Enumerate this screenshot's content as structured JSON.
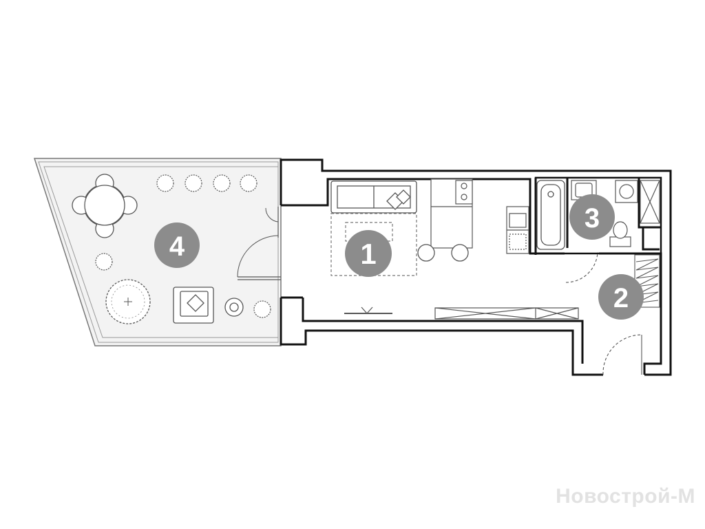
{
  "plan": {
    "rooms": [
      {
        "label": "1",
        "name": "living-room"
      },
      {
        "label": "2",
        "name": "hallway"
      },
      {
        "label": "3",
        "name": "bathroom"
      },
      {
        "label": "4",
        "name": "terrace"
      }
    ],
    "badge_color": "#8c8c8c",
    "wall_color": "#111111",
    "line_color": "#555555",
    "terrace_fill": "#f3f3f3"
  },
  "watermark": "Новострой-М"
}
